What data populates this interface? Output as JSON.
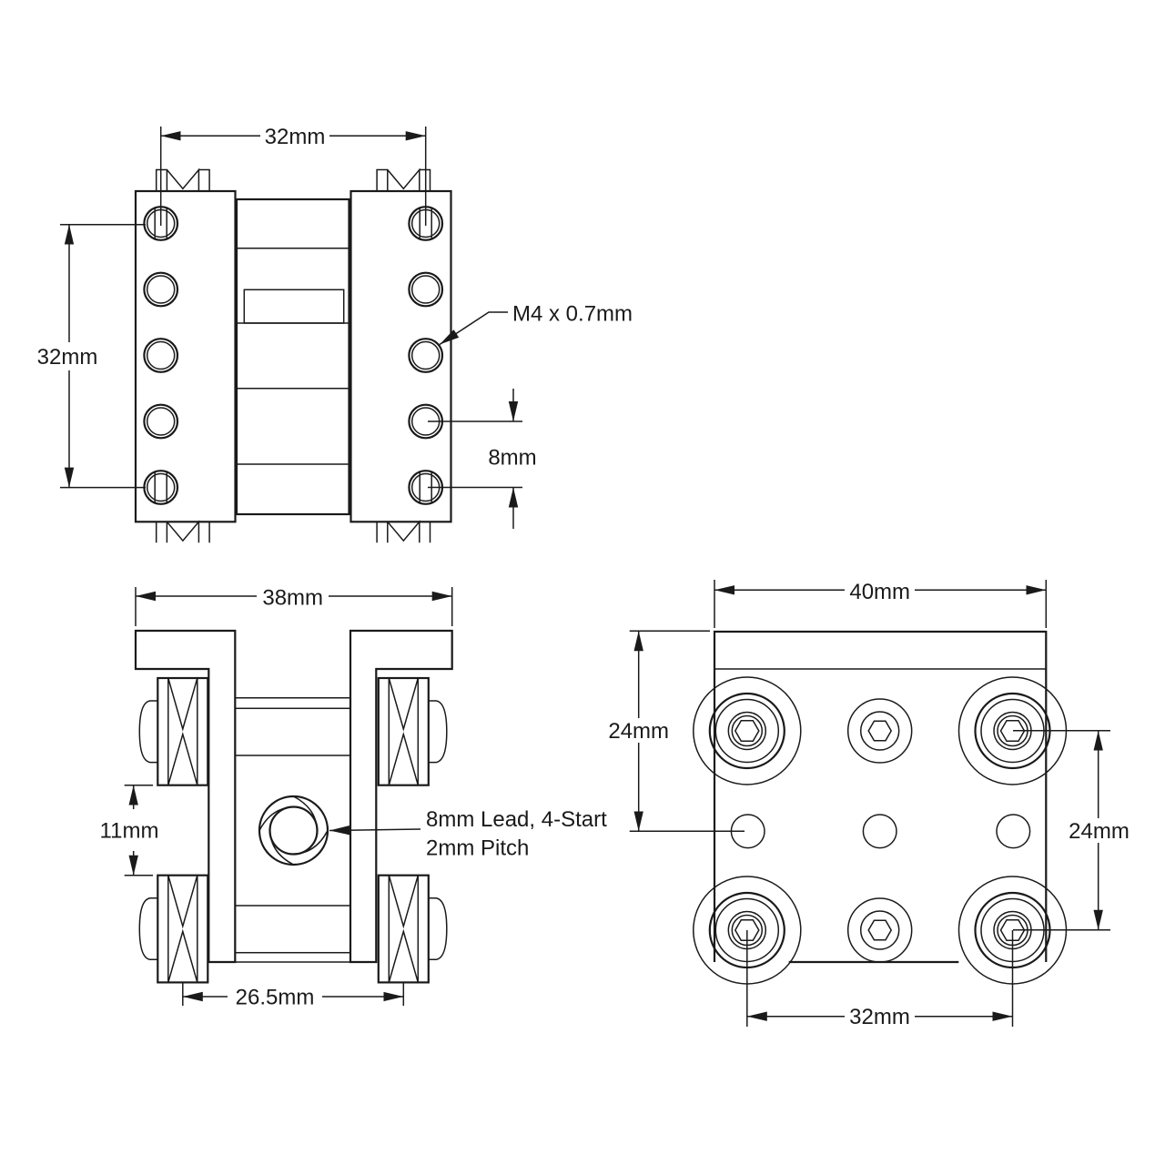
{
  "drawing": {
    "background_color": "#ffffff",
    "line_color": "#1a1a1a",
    "views": {
      "front": {
        "dim_width": "32mm",
        "dim_height": "32mm",
        "dim_hole_spacing": "8mm",
        "thread_callout": "M4 x 0.7mm"
      },
      "side": {
        "dim_width": "38mm",
        "dim_wheel_gap": "11mm",
        "dim_wheel_spacing": "26.5mm",
        "lead_callout_line1": "8mm Lead, 4-Start",
        "lead_callout_line2": "2mm Pitch"
      },
      "top": {
        "dim_width": "40mm",
        "dim_height_left": "24mm",
        "dim_height_right": "24mm",
        "dim_hole_span": "32mm"
      }
    }
  }
}
